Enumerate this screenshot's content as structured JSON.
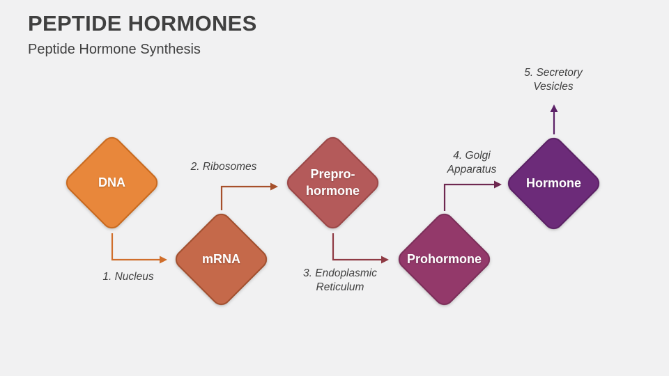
{
  "slide": {
    "title": "PEPTIDE HORMONES",
    "subtitle": "Peptide Hormone Synthesis",
    "background_color": "#F1F1F2",
    "title_color": "#404040",
    "subtitle_color": "#404040"
  },
  "diagram": {
    "label_color": "#3F3F3F",
    "nodes": [
      {
        "label": "DNA",
        "fill": "#E8873B",
        "border": "#C8691E"
      },
      {
        "label": "mRNA",
        "fill": "#C5694A",
        "border": "#A14F2E"
      },
      {
        "label": "Prepro-\nhormone",
        "fill": "#B45A5A",
        "border": "#9A4646"
      },
      {
        "label": "Prohormone",
        "fill": "#93396A",
        "border": "#7B2E59"
      },
      {
        "label": "Hormone",
        "fill": "#6C2B79",
        "border": "#5A2064"
      }
    ],
    "steps": [
      {
        "label": "1. Nucleus",
        "arrow_color": "#D06E2B"
      },
      {
        "label": "2. Ribosomes",
        "arrow_color": "#A6502B"
      },
      {
        "label": "3. Endoplasmic\nReticulum",
        "arrow_color": "#8F3A44"
      },
      {
        "label": "4. Golgi\nApparatus",
        "arrow_color": "#6E2850"
      },
      {
        "label": "5. Secretory\nVesicles",
        "arrow_color": "#5C2167"
      }
    ]
  }
}
